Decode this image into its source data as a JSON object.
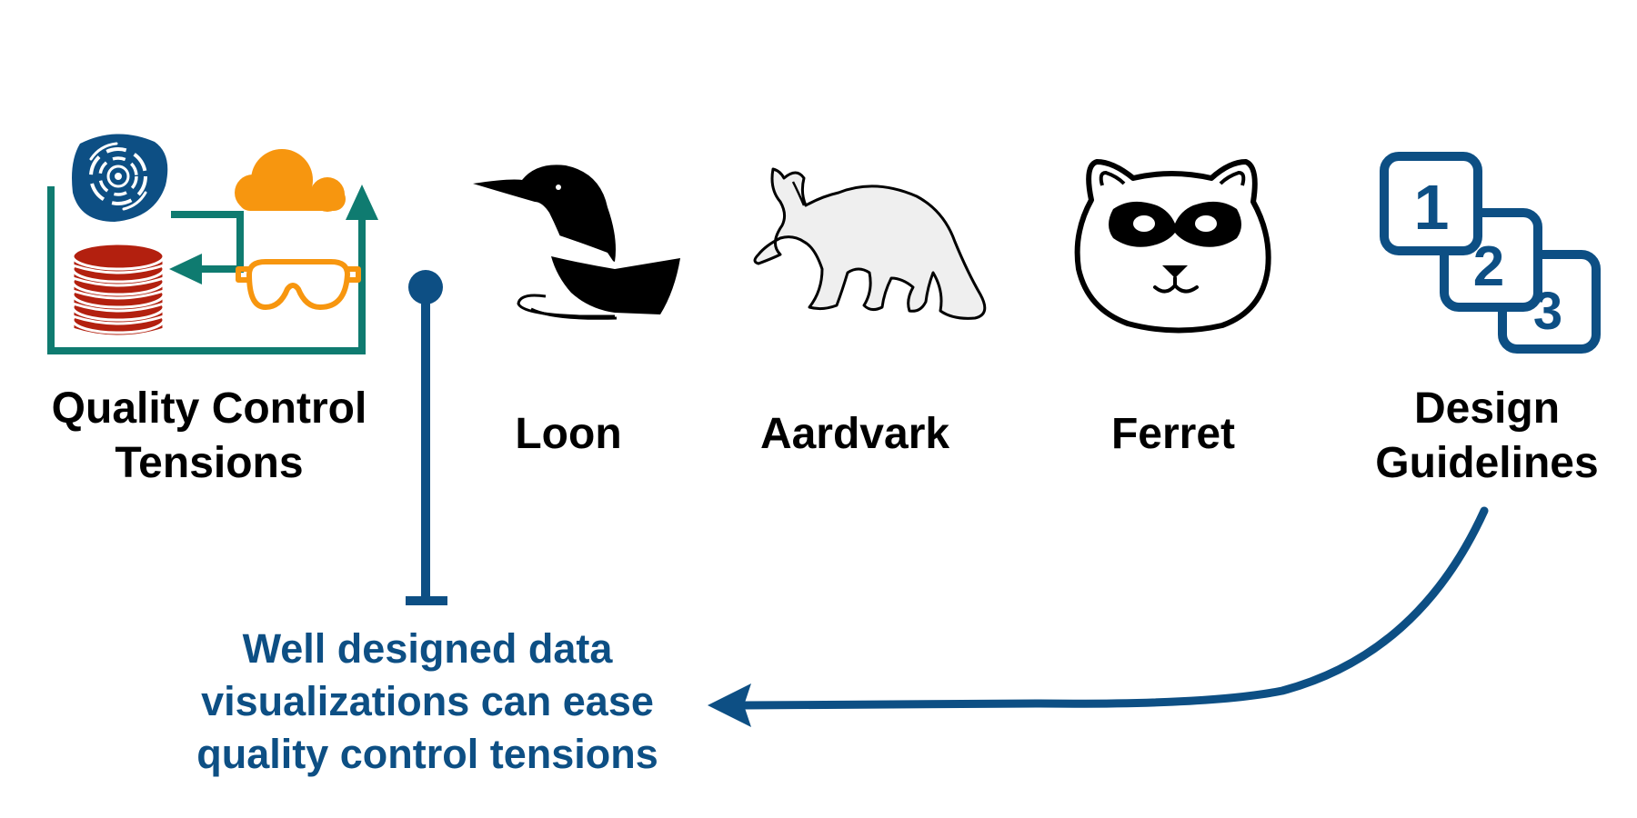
{
  "colors": {
    "navy": "#0d4f84",
    "teal": "#0f7b70",
    "orange": "#f7960f",
    "red": "#b3200f",
    "black": "#000000",
    "aardvark_fill": "#efefef"
  },
  "icons": [
    "eye-scan-icon",
    "cloud-icon",
    "database-icon",
    "goggles-icon",
    "loon-icon",
    "aardvark-icon",
    "ferret-icon",
    "numbered-steps-icon"
  ],
  "items": {
    "quality_control": {
      "line1": "Quality Control",
      "line2": "Tensions"
    },
    "loon": {
      "label": "Loon"
    },
    "aardvark": {
      "label": "Aardvark"
    },
    "ferret": {
      "label": "Ferret"
    },
    "design_guidelines": {
      "line1": "Design",
      "line2": "Guidelines"
    }
  },
  "steps": [
    "1",
    "2",
    "3"
  ],
  "conclusion": {
    "line1": "Well designed data",
    "line2": "visualizations can ease",
    "line3": "quality control tensions"
  }
}
